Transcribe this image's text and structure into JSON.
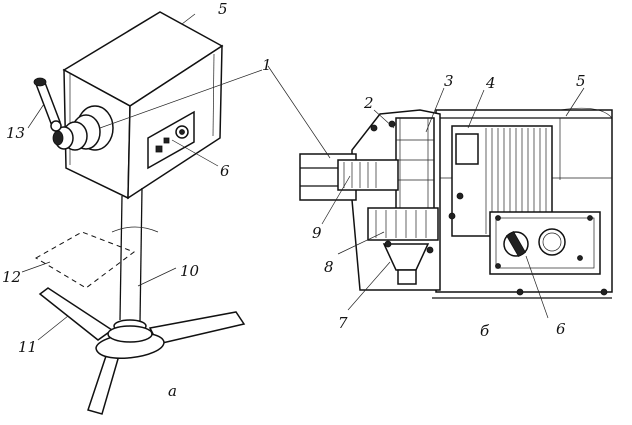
{
  "figure": {
    "view_a": {
      "caption": "а",
      "callouts": [
        "1",
        "5",
        "6",
        "10",
        "11",
        "12",
        "13"
      ]
    },
    "view_b": {
      "caption": "б",
      "callouts": [
        "2",
        "3",
        "4",
        "5",
        "6",
        "7",
        "8",
        "9"
      ]
    }
  }
}
